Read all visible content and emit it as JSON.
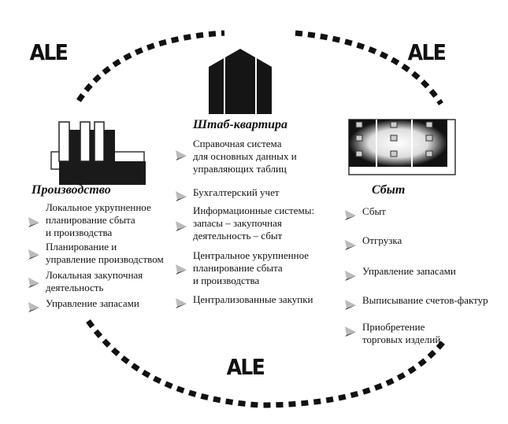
{
  "ale_labels": [
    "ALE",
    "ALE",
    "ALE"
  ],
  "headquarters": {
    "title": "Штаб-квартира",
    "items": [
      "Справочная система\nдля основных данных и\nуправляющих таблиц",
      "Бухгалтерский учет",
      "Информационные системы:\nзапасы – закупочная\nдеятельность – сбыт",
      "Центральное укрупненное\nпланирование сбыта\nи производства",
      "Централизованные закупки"
    ]
  },
  "production": {
    "title": "Производство",
    "items": [
      "Локальное укрупненное\nпланирование сбыта\nи производства",
      "Планирование и\nуправление производством",
      "Локальная закупочная\nдеятельность",
      "Управление запасами"
    ]
  },
  "sales": {
    "title": "Сбыт",
    "items": [
      "Сбыт",
      "Отгрузка",
      "Управление запасами",
      "Выписывание счетов-фактур",
      "Приобретение\nторговых изделий"
    ]
  }
}
